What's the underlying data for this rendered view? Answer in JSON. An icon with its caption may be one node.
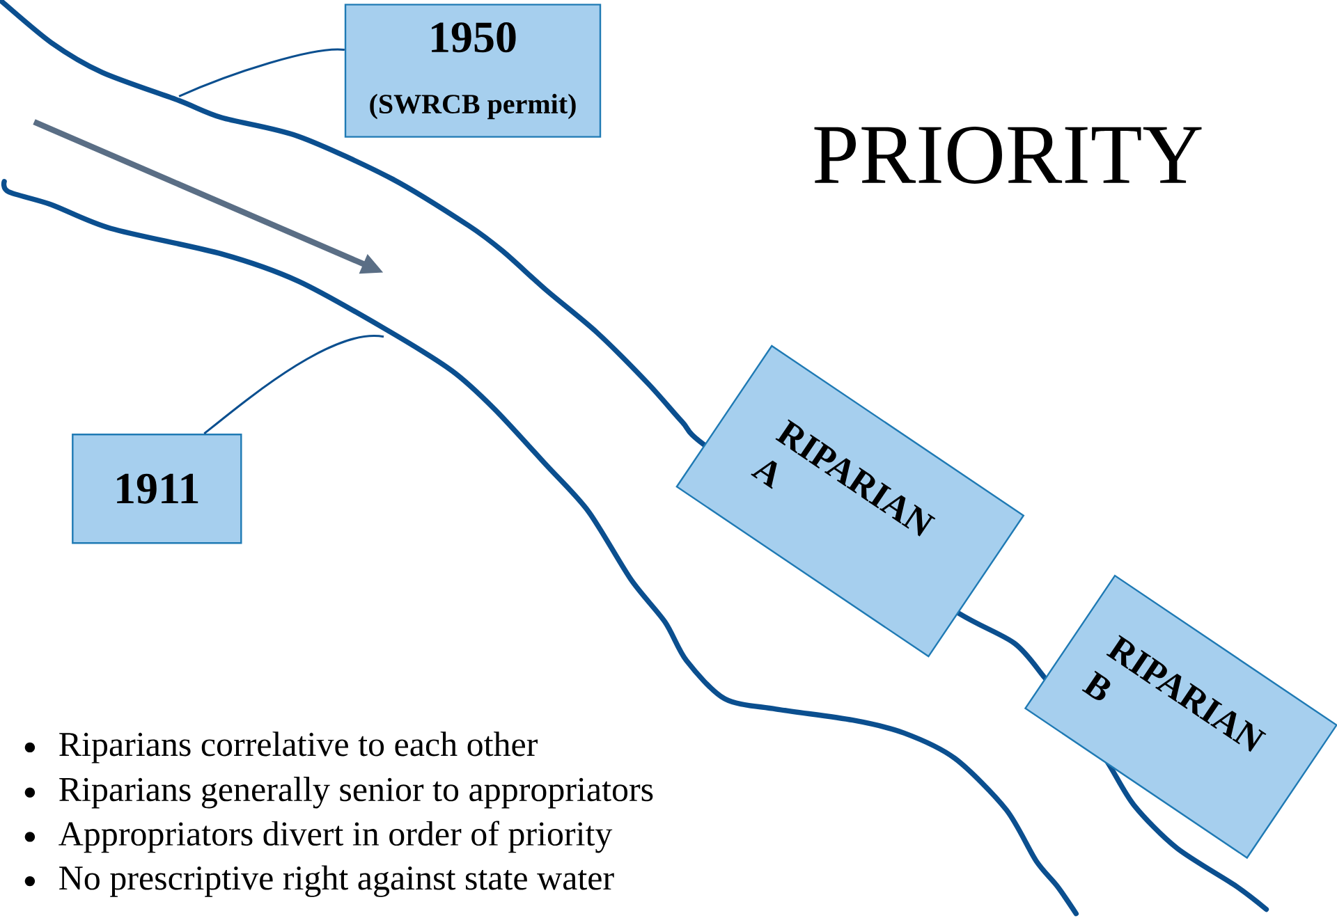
{
  "diagram": {
    "title": "PRIORITY",
    "nodes": [
      {
        "text": [
          "1950",
          "(SWRCB permit)"
        ]
      },
      {
        "text": [
          "1911"
        ]
      },
      {
        "text": [
          "RIPARIAN A"
        ]
      },
      {
        "text": [
          "RIPARIAN B"
        ]
      }
    ],
    "edges": [
      {
        "from": 0,
        "to": null,
        "arrow": "none"
      },
      {
        "from": 1,
        "to": null,
        "arrow": "none"
      }
    ],
    "labels": [
      "Riparians correlative to each other",
      "Riparians generally senior to appropriators",
      "Appropriators divert in order of priority",
      "No prescriptive right against state water"
    ]
  }
}
